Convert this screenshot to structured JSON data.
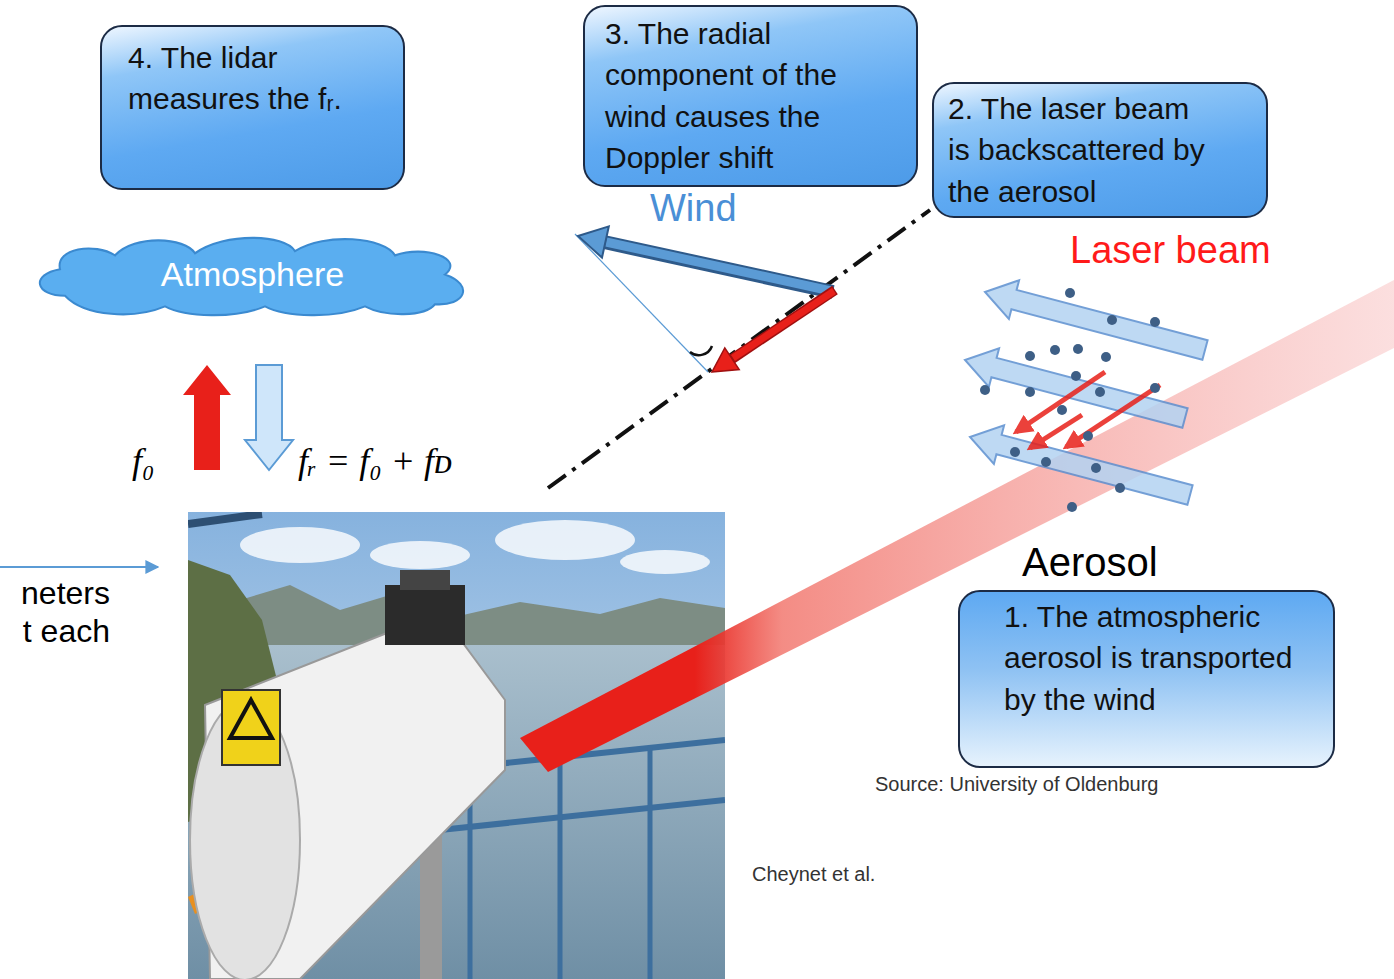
{
  "diagram": {
    "nodes": [
      {
        "text": [
          "4. The lidar measures the fᵣ."
        ]
      },
      {
        "text": [
          "3. The radial component of the wind causes the Doppler shift"
        ]
      },
      {
        "text": [
          "2. The laser beam is backscattered by the aerosol"
        ]
      },
      {
        "text": [
          "Atmosphere"
        ]
      },
      {
        "text": [
          "1. The atmospheric aerosol is transported by the wind"
        ]
      }
    ],
    "labels": [
      "Wind",
      "Laser beam",
      "f₀",
      "fᵣ = f₀ + fᴅ",
      "neters t each",
      "Aerosol",
      "Source: University of Oldenburg",
      "Cheynet et al."
    ]
  }
}
